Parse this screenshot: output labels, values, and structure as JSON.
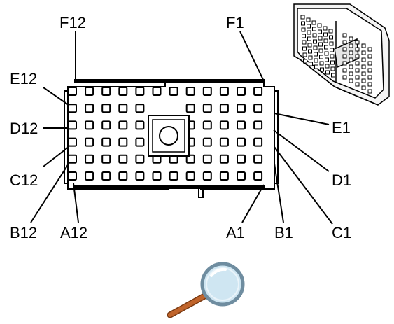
{
  "diagram": {
    "pin_labels": {
      "F12": "F12",
      "F1": "F1",
      "E12": "E12",
      "E1": "E1",
      "D12": "D12",
      "D1": "D1",
      "C12": "C12",
      "C1": "C1",
      "B12": "B12",
      "B1": "B1",
      "A12": "A12",
      "A1": "A1"
    },
    "rows": [
      "F",
      "E",
      "D",
      "C",
      "B",
      "A"
    ],
    "pins_per_row": 12,
    "colors": {
      "ink": "#000000",
      "background": "#ffffff",
      "magnifier_lens": "#cfe6f2",
      "magnifier_rim": "#6f8da0",
      "magnifier_handle": "#c0642b"
    },
    "icons": {
      "connector_thumbnail": "connector-3d-thumbnail",
      "zoom": "magnifier-icon"
    }
  }
}
